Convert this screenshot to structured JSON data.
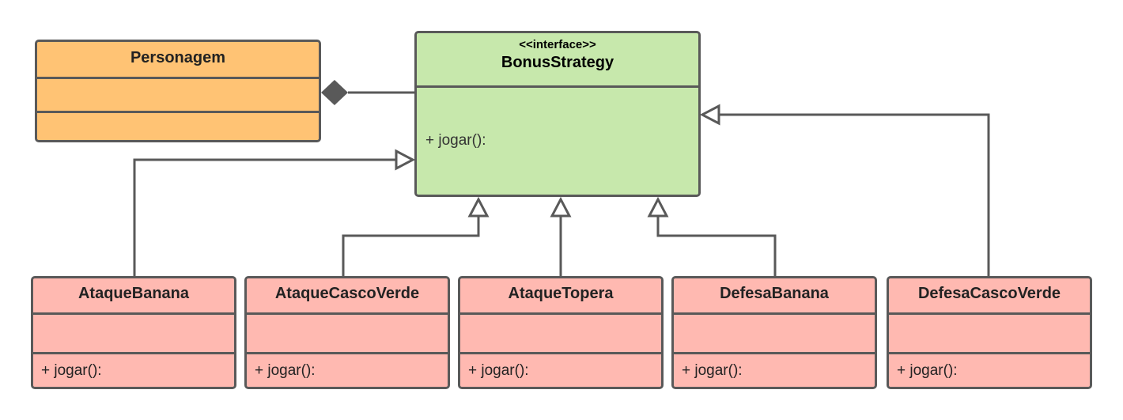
{
  "diagram": {
    "type": "uml-class-diagram",
    "colors": {
      "line": "#595959",
      "context_fill": "#ffc374",
      "interface_fill": "#c7e8ac",
      "concrete_fill": "#ffb9b1"
    },
    "context": {
      "name": "Personagem"
    },
    "interface": {
      "stereotype": "<<interface>>",
      "name": "BonusStrategy",
      "method": "+ jogar():"
    },
    "classes": [
      {
        "name": "AtaqueBanana",
        "method": "+ jogar():"
      },
      {
        "name": "AtaqueCascoVerde",
        "method": "+ jogar():"
      },
      {
        "name": "AtaqueTopera",
        "method": "+ jogar():"
      },
      {
        "name": "DefesaBanana",
        "method": "+ jogar():"
      },
      {
        "name": "DefesaCascoVerde",
        "method": "+ jogar():"
      }
    ],
    "relations": [
      {
        "from": "Personagem",
        "to": "BonusStrategy",
        "kind": "composition"
      },
      {
        "from": "AtaqueBanana",
        "to": "BonusStrategy",
        "kind": "realization"
      },
      {
        "from": "AtaqueCascoVerde",
        "to": "BonusStrategy",
        "kind": "realization"
      },
      {
        "from": "AtaqueTopera",
        "to": "BonusStrategy",
        "kind": "realization"
      },
      {
        "from": "DefesaBanana",
        "to": "BonusStrategy",
        "kind": "realization"
      },
      {
        "from": "DefesaCascoVerde",
        "to": "BonusStrategy",
        "kind": "realization"
      }
    ]
  }
}
